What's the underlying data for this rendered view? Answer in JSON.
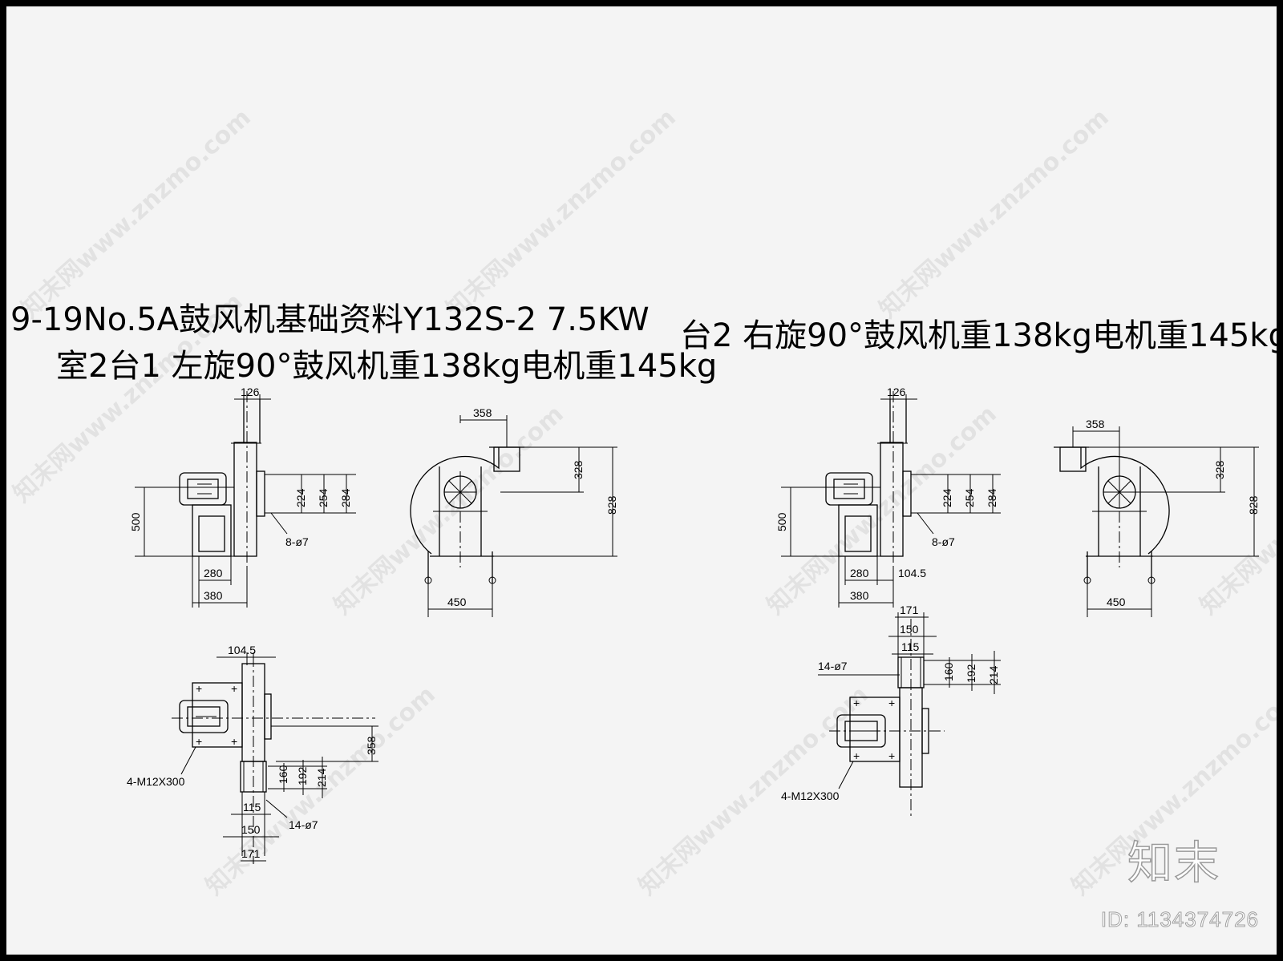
{
  "title": {
    "line1": "9-19No.5A鼓风机基础资料Y132S-2 7.5KW",
    "line2": "室2台1 左旋90°鼓风机重138kg电机重145kg",
    "right": "台2 右旋90°鼓风机重138kg电机重145kg"
  },
  "left_set": {
    "side": {
      "d126": "126",
      "d224": "224",
      "d254": "254",
      "d284": "284",
      "d500": "500",
      "d280": "280",
      "d380": "380",
      "holes": "8-ø7"
    },
    "front": {
      "d358": "358",
      "d328": "328",
      "d828": "828",
      "d450": "450"
    },
    "plan": {
      "d104_5": "104.5",
      "d358": "358",
      "d160": "160",
      "d192": "192",
      "d214": "214",
      "d115": "115",
      "d150": "150",
      "d171": "171",
      "holes": "14-ø7",
      "bolts": "4-M12X300"
    }
  },
  "right_set": {
    "side": {
      "d126": "126",
      "d224": "224",
      "d254": "254",
      "d284": "284",
      "d500": "500",
      "d280": "280",
      "d380": "380",
      "d104_5": "104.5",
      "holes": "8-ø7"
    },
    "front": {
      "d358": "358",
      "d328": "328",
      "d828": "828",
      "d450": "450"
    },
    "plan": {
      "d171": "171",
      "d150": "150",
      "d115": "115",
      "d160": "160",
      "d192": "192",
      "d214": "214",
      "holes": "14-ø7",
      "bolts": "4-M12X300"
    }
  },
  "watermark": {
    "text": "知末网www.znzmo.com",
    "logo": "知末",
    "id": "ID: 1134374726"
  }
}
